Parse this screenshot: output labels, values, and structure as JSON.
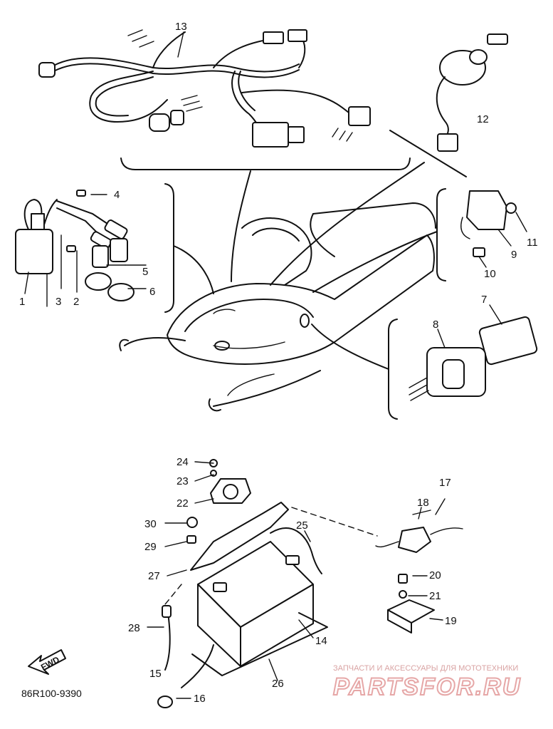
{
  "labels": {
    "p1": "1",
    "p2": "2",
    "p3": "3",
    "p4": "4",
    "p5": "5",
    "p6": "6",
    "p7": "7",
    "p8": "8",
    "p9": "9",
    "p10": "10",
    "p11": "11",
    "p12": "12",
    "p13": "13",
    "p14": "14",
    "p15": "15",
    "p16": "16",
    "p17": "17",
    "p18": "18",
    "p19": "19",
    "p20": "20",
    "p21": "21",
    "p22": "22",
    "p23": "23",
    "p24": "24",
    "p25": "25",
    "p26": "26",
    "p27": "27",
    "p28": "28",
    "p29": "29",
    "p30": "30"
  },
  "diagram_code": "86R100-9390",
  "fwd_marker": "FWD",
  "watermark": {
    "caption": "ЗАПЧАСТИ И АКСЕССУАРЫ ДЛЯ МОТОТЕХНИКИ",
    "brand": "PARTSFOR.RU"
  }
}
